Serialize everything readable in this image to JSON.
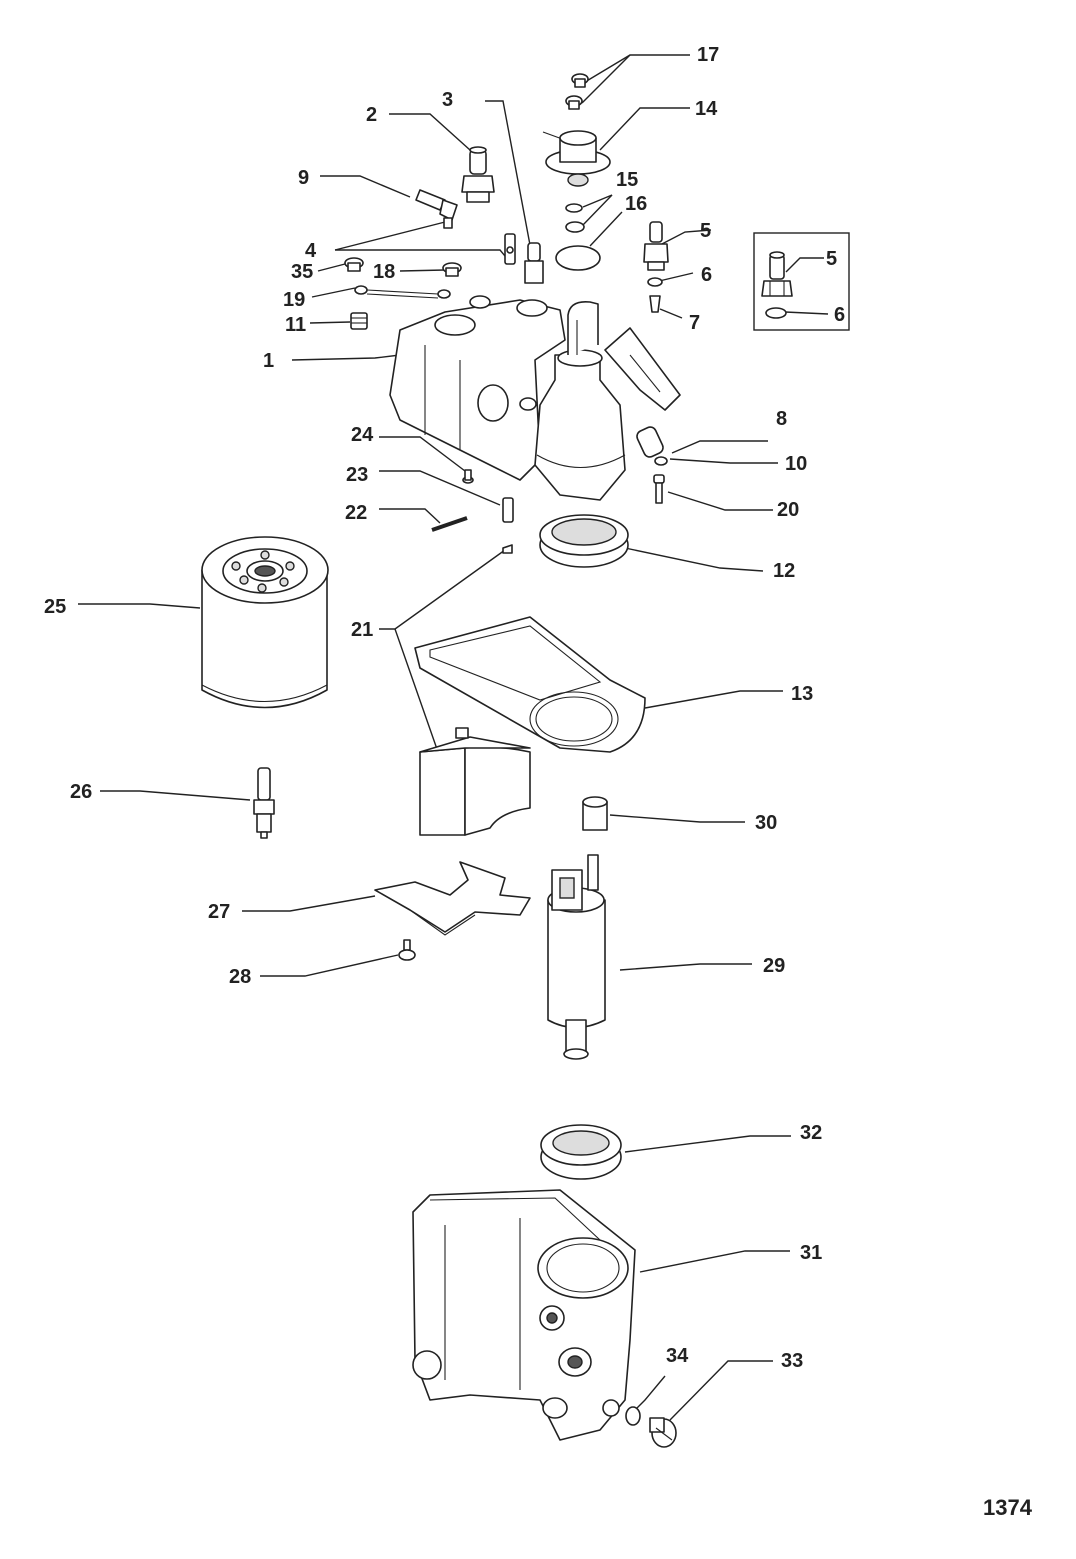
{
  "drawing_number": "1374",
  "callouts": {
    "c1": "1",
    "c2": "2",
    "c3": "3",
    "c4": "4",
    "c5": "5",
    "c5b": "5",
    "c6": "6",
    "c6b": "6",
    "c7": "7",
    "c8": "8",
    "c9": "9",
    "c10": "10",
    "c11": "11",
    "c12": "12",
    "c13": "13",
    "c14": "14",
    "c15": "15",
    "c16": "16",
    "c17": "17",
    "c18": "18",
    "c19": "19",
    "c20": "20",
    "c21": "21",
    "c22": "22",
    "c23": "23",
    "c24": "24",
    "c25": "25",
    "c26": "26",
    "c27": "27",
    "c28": "28",
    "c29": "29",
    "c30": "30",
    "c31": "31",
    "c32": "32",
    "c33": "33",
    "c34": "34",
    "c35": "35"
  }
}
